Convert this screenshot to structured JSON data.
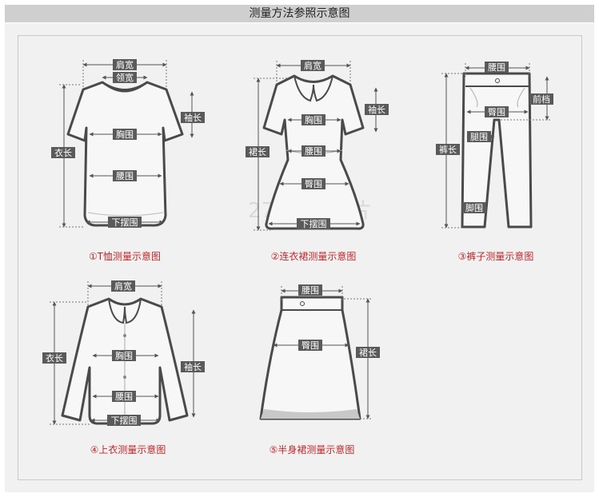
{
  "title": "测量方法参照示意图",
  "watermark": "27A示范图片",
  "colors": {
    "label_bg": "#5a5a5a",
    "caption": "#c0282a",
    "garment_stroke": "#4a4a4a"
  },
  "diagrams": {
    "tshirt": {
      "caption": "①T恤测量示意图",
      "labels": {
        "shoulder": "肩宽",
        "neck": "领宽",
        "sleeve": "袖长",
        "chest": "胸围",
        "length": "衣长",
        "waist": "腰围",
        "hem": "下摆围"
      }
    },
    "dress": {
      "caption": "②连衣裙测量示意图",
      "labels": {
        "shoulder": "肩宽",
        "sleeve": "袖长",
        "chest": "胸围",
        "length": "裙长",
        "waist": "腰围",
        "hip": "臀围",
        "hem": "下摆围"
      }
    },
    "pants": {
      "caption": "③裤子测量示意图",
      "labels": {
        "waist": "腰围",
        "rise": "前档",
        "hip": "臀围",
        "thigh": "腿围",
        "length": "裤长",
        "foot": "脚围"
      }
    },
    "top": {
      "caption": "④上衣测量示意图",
      "labels": {
        "shoulder": "肩宽",
        "length": "衣长",
        "chest": "胸围",
        "sleeve": "袖长",
        "waist": "腰围",
        "hem": "下摆围"
      }
    },
    "skirt": {
      "caption": "⑤半身裙测量示意图",
      "labels": {
        "waist": "腰围",
        "hip": "臀围",
        "length": "裙长"
      }
    }
  }
}
